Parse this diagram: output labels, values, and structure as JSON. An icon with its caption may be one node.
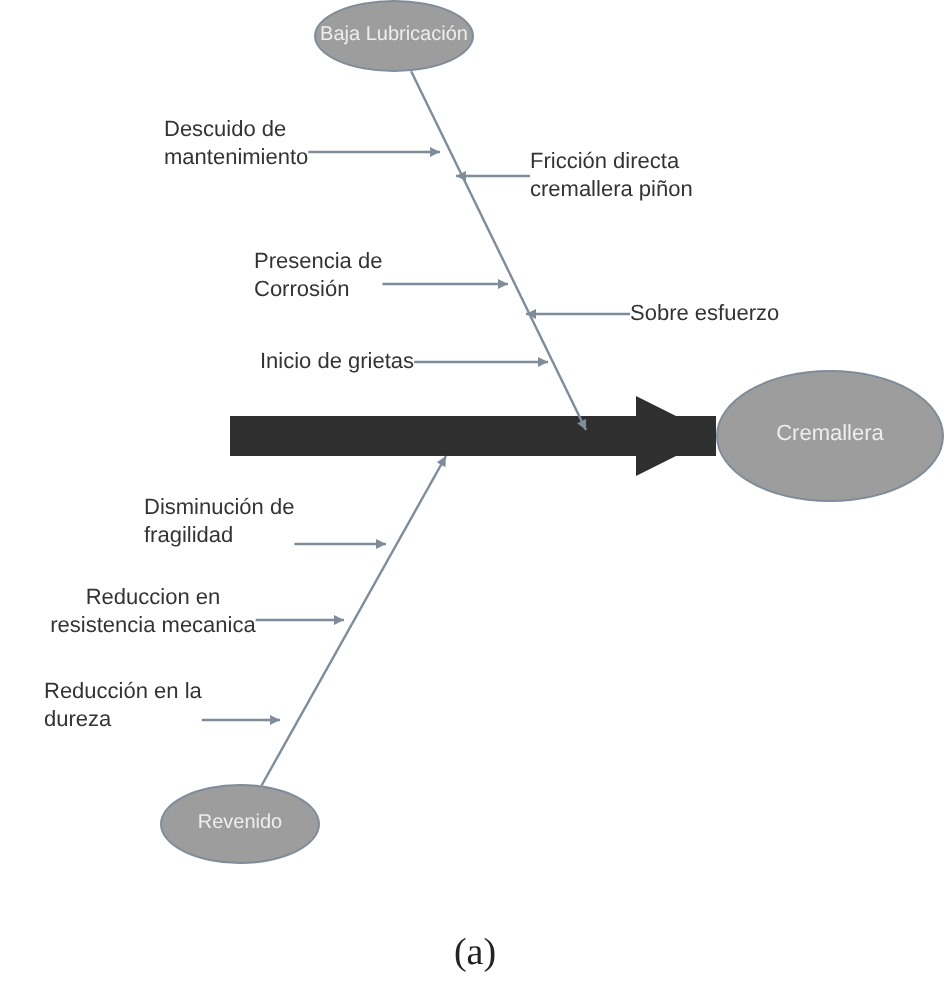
{
  "diagram": {
    "caption": "(a)",
    "nodes": [
      {
        "text": [
          "Baja Lubricación"
        ]
      },
      {
        "text": [
          "Descuido de mantenimiento"
        ]
      },
      {
        "text": [
          "Fricción directa cremallera piñon"
        ]
      },
      {
        "text": [
          "Presencia de Corrosión"
        ]
      },
      {
        "text": [
          "Sobre esfuerzo"
        ]
      },
      {
        "text": [
          "Inicio de grietas"
        ]
      },
      {
        "text": [
          "Cremallera"
        ]
      },
      {
        "text": [
          "Disminución de fragilidad"
        ]
      },
      {
        "text": [
          "Reduccion en resistencia mecanica"
        ]
      },
      {
        "text": [
          "Reducción en la dureza"
        ]
      },
      {
        "text": [
          "Revenido"
        ]
      }
    ],
    "edges": [
      {
        "from": null,
        "to": 6,
        "arrow": "to",
        "style": "thick",
        "color": "#2f2f2f"
      },
      {
        "from": 0,
        "to": null,
        "arrow": "to"
      },
      {
        "from": 10,
        "to": null,
        "arrow": "to"
      },
      {
        "from": 1,
        "to": null,
        "arrow": "to"
      },
      {
        "from": 2,
        "to": null,
        "arrow": "to"
      },
      {
        "from": 3,
        "to": null,
        "arrow": "to"
      },
      {
        "from": 4,
        "to": null,
        "arrow": "to"
      },
      {
        "from": 5,
        "to": null,
        "arrow": "to"
      },
      {
        "from": 7,
        "to": null,
        "arrow": "to"
      },
      {
        "from": 8,
        "to": null,
        "arrow": "to"
      },
      {
        "from": 9,
        "to": null,
        "arrow": "to"
      }
    ]
  }
}
